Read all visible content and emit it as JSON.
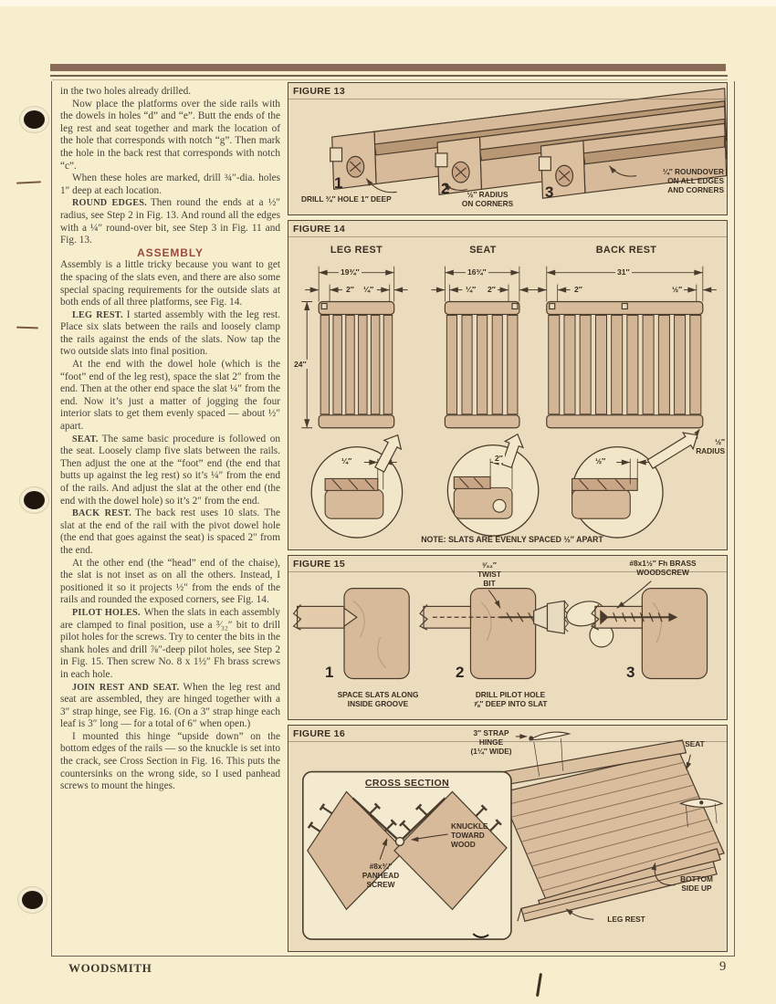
{
  "article": {
    "assembly_heading": "ASSEMBLY",
    "paragraphs": [
      {
        "lead": "",
        "text": "in the two holes already drilled."
      },
      {
        "lead": "",
        "text": "Now place the platforms over the side rails with the dowels in holes “d” and “e”. Butt the ends of the leg rest and seat together and mark the location of the hole that corresponds with notch “g”. Then mark the hole in the back rest that corresponds with notch “c”."
      },
      {
        "lead": "",
        "text": "When these holes are marked, drill ¾″-dia. holes 1″ deep at each location."
      },
      {
        "lead": "ROUND EDGES.",
        "text": "Then round the ends at a ½″ radius, see Step 2 in Fig. 13. And round all the edges with a ¼″ round-over bit, see Step 3 in Fig. 11 and Fig. 13."
      },
      {
        "lead": "",
        "text": "Assembly is a little tricky because you want to get the spacing of the slats even, and there are also some special spacing requirements for the outside slats at both ends of all three platforms, see Fig. 14."
      },
      {
        "lead": "LEG REST.",
        "text": "I started assembly with the leg rest. Place six slats between the rails and loosely clamp the rails against the ends of the slats. Now tap the two outside slats into final position."
      },
      {
        "lead": "",
        "text": "At the end with the dowel hole (which is the “foot” end of the leg rest), space the slat 2″ from the end. Then at the other end space the slat ¼″ from the end. Now it’s just a matter of jogging the four interior slats to get them evenly spaced — about ½″ apart."
      },
      {
        "lead": "SEAT.",
        "text": "The same basic procedure is followed on the seat. Loosely clamp five slats between the rails. Then adjust the one at the “foot” end (the end that butts up against the leg rest) so it’s ¼″ from the end of the rails. And adjust the slat at the other end (the end with the dowel hole) so it’s 2″ from the end."
      },
      {
        "lead": "BACK REST.",
        "text": "The back rest uses 10 slats. The slat at the end of the rail with the pivot dowel hole (the end that goes against the seat) is spaced 2″ from the end."
      },
      {
        "lead": "",
        "text": "At the other end (the “head” end of the chaise), the slat is not inset as on all the others. Instead, I positioned it so it projects ½″ from the ends of the rails and rounded the exposed corners, see Fig. 14."
      },
      {
        "lead": "PILOT HOLES.",
        "text": "When the slats in each assembly are clamped to final position, use a ³⁄₃₂″ bit to drill pilot holes for the screws. Try to center the bits in the shank holes and drill ⅞″-deep pilot holes, see Step 2 in Fig. 15. Then screw No. 8 x 1½″ Fh brass screws in each hole."
      },
      {
        "lead": "JOIN REST AND SEAT.",
        "text": "When the leg rest and seat are assembled, they are hinged together with a 3″ strap hinge, see Fig. 16. (On a 3″ strap hinge each leaf is 3″ long — for a total of 6″ when open.)"
      },
      {
        "lead": "",
        "text": "I mounted this hinge “upside down” on the bottom edges of the rails — so the knuckle is set into the crack, see Cross Section in Fig. 16. This puts the countersinks on the wrong side, so I used panhead screws to mount the hinges."
      }
    ]
  },
  "figure13": {
    "label": "FIGURE 13",
    "step1": "1",
    "step2": "2",
    "step3": "3",
    "drill_label": "DRILL ¾″ HOLE 1″ DEEP",
    "radius_label": "½″ RADIUS\nON CORNERS",
    "roundover_label": "¼″ ROUNDOVER\nON ALL EDGES\nAND CORNERS"
  },
  "figure14": {
    "label": "FIGURE 14",
    "height_dim": "24″",
    "radius_label": "½″\nRADIUS",
    "note": "NOTE: SLATS ARE EVENLY SPACED ½″ APART",
    "panels": [
      {
        "title": "LEG REST",
        "overall": "19¾″",
        "left_dim": "2″",
        "right_dim": "¼″",
        "detail_dim": "¼″",
        "slats": 6
      },
      {
        "title": "SEAT",
        "overall": "16¾″",
        "left_dim": "¼″",
        "right_dim": "2″",
        "detail_dim": "2″",
        "slats": 5
      },
      {
        "title": "BACK REST",
        "overall": "31″",
        "left_dim": "2″",
        "right_dim": "½″",
        "detail_dim": "½″",
        "slats": 10
      }
    ]
  },
  "figure15": {
    "label": "FIGURE 15",
    "step1": "1",
    "step2": "2",
    "step3": "3",
    "twist_bit_label": "³⁄₃₂″\nTWIST\nBIT",
    "woodscrew_label": "#8x1½″ Fh BRASS\nWOODSCREW",
    "caption1": "SPACE SLATS ALONG\nINSIDE GROOVE",
    "caption2": "DRILL PILOT HOLE\n⅞″ DEEP INTO SLAT"
  },
  "figure16": {
    "label": "FIGURE 16",
    "cross_section_title": "CROSS SECTION",
    "strap_hinge_label": "3″ STRAP\nHINGE\n(1¼″ WIDE)",
    "seat_label": "SEAT",
    "knuckle_label": "KNUCKLE\nTOWARD\nWOOD",
    "panhead_label": "#8x¾″\nPANHEAD\nSCREW",
    "bottom_side_label": "BOTTOM\nSIDE UP",
    "leg_rest_label": "LEG REST"
  },
  "footer": {
    "brand": "WOODSMITH",
    "page_number": "9"
  }
}
